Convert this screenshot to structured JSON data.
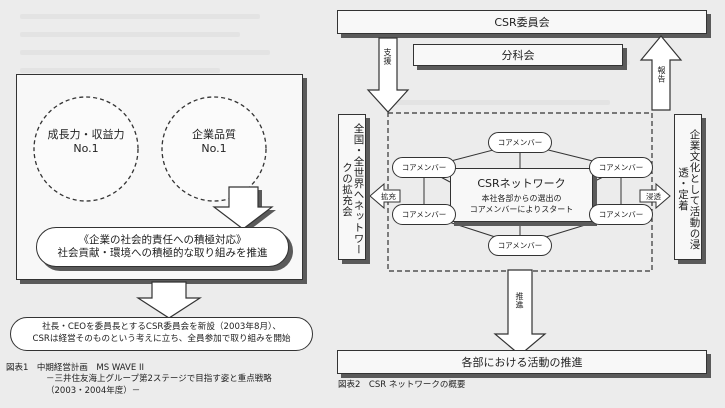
{
  "fig1": {
    "circle_left_line1": "成長力・収益力",
    "circle_left_line2": "No.1",
    "circle_right_line1": "企業品質",
    "circle_right_line2": "No.1",
    "pill_line1": "《企業の社会的責任への積極対応》",
    "pill_line2": "社会貢献・環境への積極的な取り組みを推進",
    "bottom_line1": "社長・CEOを委員長とするCSR委員会を新設（2003年8月）、",
    "bottom_line2": "CSRは経営そのものという考えに立ち、全員参加で取り組みを開始",
    "caption_line1": "図表1　中期経営計画　MS WAVE II",
    "caption_line2": "－三井住友海上グループ第2ステージで目指す姿と重点戦略",
    "caption_line3": "（2003・2004年度）－"
  },
  "fig2": {
    "top_box": "CSR委員会",
    "sub_box": "分科会",
    "support_label": "支援",
    "report_label": "報告",
    "left_box": "全国・全世界へネットワークの拡充会",
    "right_box": "企業文化として活動の浸透・定着",
    "expand_label": "拡充",
    "penetrate_label": "浸透",
    "promote_label": "推進",
    "center_title": "CSRネットワーク",
    "center_line1": "本社各部からの選出の",
    "center_line2": "コアメンバーによりスタート",
    "core_member": "コアメンバー",
    "bottom_box": "各部における活動の推進",
    "caption": "図表2　CSR ネットワークの概要"
  },
  "colors": {
    "background": "#ececec",
    "box_fill": "#f8f8f8",
    "shadow": "#5a5a5a",
    "stroke": "#333333"
  }
}
